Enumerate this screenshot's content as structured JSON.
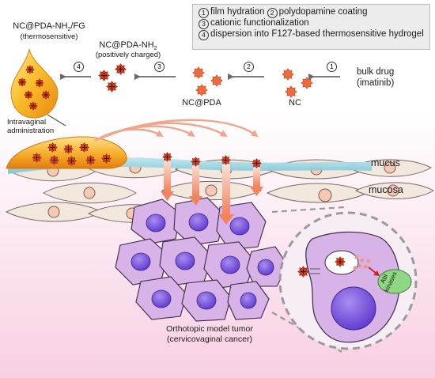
{
  "legend": {
    "step1_num": "1",
    "step1_text": "film hydration",
    "step2_num": "2",
    "step2_text": "polydopamine coating",
    "step3_num": "3",
    "step3_text": "cationic functionalization",
    "step4_num": "4",
    "step4_text": "dispersion into F127-based thermosensitive hydrogel"
  },
  "labels": {
    "hydrogel_title": "NC@PDA-NH",
    "hydrogel_sub": "2",
    "hydrogel_title_suffix": "/FG",
    "hydrogel_note": "(thermosensitive)",
    "nh2_title": "NC@PDA-NH",
    "nh2_sub": "2",
    "nh2_note": "(positively charged)",
    "pda": "NC@PDA",
    "nc": "NC",
    "bulk_drug_line1": "bulk drug",
    "bulk_drug_line2": "(imatinib)",
    "administration_line1": "Intravaginal",
    "administration_line2": "administration",
    "mucus": "mucus",
    "mucosa": "mucosa",
    "tumor_line1": "Orthotopic model tumor",
    "tumor_line2": "(cervicovaginal cancer)",
    "kinase_line1": "Abl",
    "kinase_line2": "kinases"
  },
  "arrow_steps": {
    "a1": "1",
    "a2": "2",
    "a3": "3",
    "a4": "4"
  },
  "colors": {
    "nanocrystal": "#ef6a3c",
    "coated_nanocrystal": "#dd3a18",
    "hydrogel": "#f0a020",
    "mucus": "#8fd0de",
    "mucosa_cell": "#f3e8de",
    "nucleus_mucosa": "#f6c9b7",
    "tumor_cell": "#d7b3e8",
    "tumor_nucleus": "#7b55e0",
    "kinase": "#8ed883",
    "tissue_gradient_top": "#ffffff",
    "tissue_gradient_bottom": "#f8cfe3"
  }
}
